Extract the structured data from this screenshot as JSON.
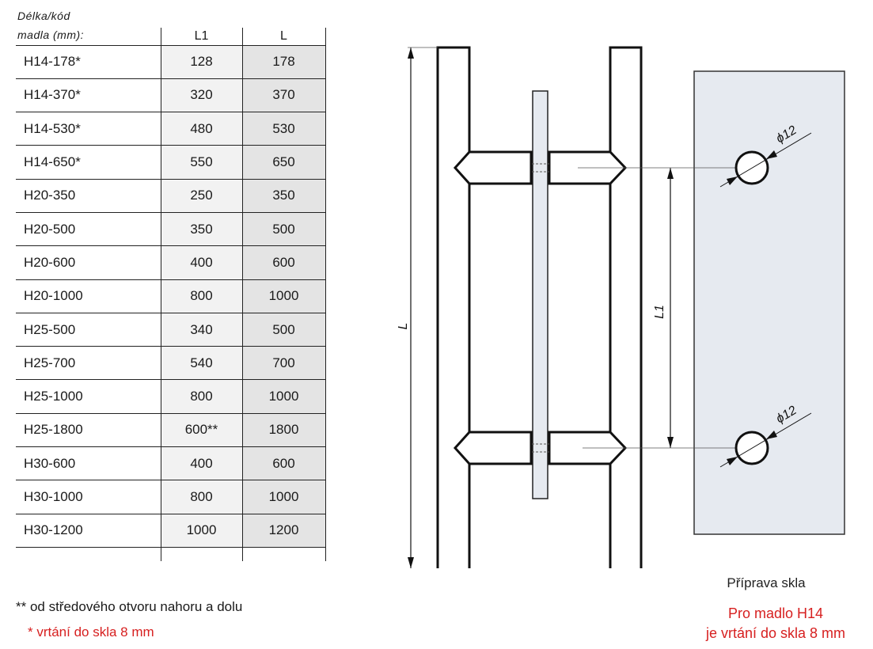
{
  "table": {
    "header_line1": "Délka/kód",
    "header_line2": "madla (mm):",
    "columns": [
      "L1",
      "L"
    ],
    "rows": [
      {
        "code": "H14-178*",
        "l1": "128",
        "l": "178"
      },
      {
        "code": "H14-370*",
        "l1": "320",
        "l": "370"
      },
      {
        "code": "H14-530*",
        "l1": "480",
        "l": "530"
      },
      {
        "code": "H14-650*",
        "l1": "550",
        "l": "650"
      },
      {
        "code": "H20-350",
        "l1": "250",
        "l": "350"
      },
      {
        "code": "H20-500",
        "l1": "350",
        "l": "500"
      },
      {
        "code": "H20-600",
        "l1": "400",
        "l": "600"
      },
      {
        "code": "H20-1000",
        "l1": "800",
        "l": "1000"
      },
      {
        "code": "H25-500",
        "l1": "340",
        "l": "500"
      },
      {
        "code": "H25-700",
        "l1": "540",
        "l": "700"
      },
      {
        "code": "H25-1000",
        "l1": "800",
        "l": "1000"
      },
      {
        "code": "H25-1800",
        "l1": "600**",
        "l": "1800"
      },
      {
        "code": "H30-600",
        "l1": "400",
        "l": "600"
      },
      {
        "code": "H30-1000",
        "l1": "800",
        "l": "1000"
      },
      {
        "code": "H30-1200",
        "l1": "1000",
        "l": "1200"
      }
    ]
  },
  "notes": {
    "double_star": "** od středového otvoru nahoru a dolu",
    "single_star": "* vrtání do skla 8 mm"
  },
  "drawing": {
    "label_L": "L",
    "label_L1": "L1",
    "hole_top": "ϕ12",
    "hole_bottom": "ϕ12",
    "glass_caption": "Příprava skla",
    "red_line1": "Pro madlo H14",
    "red_line2": "je vrtání do skla  8 mm"
  },
  "colors": {
    "glass": "#e6eaf0",
    "red": "#d72020"
  }
}
